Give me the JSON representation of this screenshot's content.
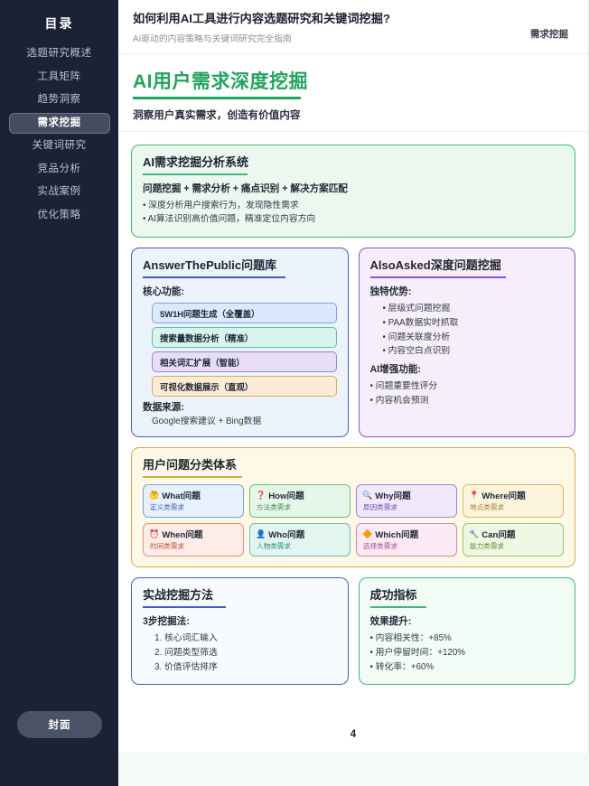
{
  "sidebar": {
    "title": "目录",
    "items": [
      {
        "label": "选题研究概述",
        "active": false
      },
      {
        "label": "工具矩阵",
        "active": false
      },
      {
        "label": "趋势洞察",
        "active": false
      },
      {
        "label": "需求挖掘",
        "active": true
      },
      {
        "label": "关键词研究",
        "active": false
      },
      {
        "label": "竞品分析",
        "active": false
      },
      {
        "label": "实战案例",
        "active": false
      },
      {
        "label": "优化策略",
        "active": false
      }
    ],
    "cover_button": "封面"
  },
  "topbar": {
    "title": "如何利用AI工具进行内容选题研究和关键词挖掘?",
    "subtitle": "AI驱动的内容策略与关键词研究完全指南",
    "section_badge": "需求挖掘"
  },
  "hero": {
    "title": "AI用户需求深度挖掘",
    "subtitle": "洞察用户真实需求，创造有价值内容"
  },
  "system_card": {
    "title": "AI需求挖掘分析系统",
    "lead": "问题挖掘 + 需求分析 + 痛点识别 + 解决方案匹配",
    "bullets": [
      "深度分析用户搜索行为，发现隐性需求",
      "AI算法识别高价值问题，精准定位内容方向"
    ]
  },
  "atp_card": {
    "title": "AnswerThePublic问题库",
    "lead": "核心功能:",
    "pills": [
      {
        "label": "5W1H问题生成（全覆盖）",
        "color": "blue"
      },
      {
        "label": "搜索量数据分析（精准）",
        "color": "teal"
      },
      {
        "label": "相关词汇扩展（智能）",
        "color": "purple"
      },
      {
        "label": "可视化数据展示（直观）",
        "color": "orange"
      }
    ],
    "source_label": "数据来源:",
    "source_value": "Google搜索建议 + Bing数据"
  },
  "aa_card": {
    "title": "AlsoAsked深度问题挖掘",
    "lead1": "独特优势:",
    "list1": [
      "层级式问题挖掘",
      "PAA数据实时抓取",
      "问题关联度分析",
      "内容空白点识别"
    ],
    "lead2": "AI增强功能:",
    "list2": [
      "问题重要性评分",
      "内容机会预测"
    ]
  },
  "cat_card": {
    "title": "用户问题分类体系",
    "items": [
      {
        "icon": "🤔",
        "icon_name": "thinking-face-icon",
        "label": "What问题",
        "sub": "定义类需求",
        "color": "blue"
      },
      {
        "icon": "❓",
        "icon_name": "question-mark-icon",
        "label": "How问题",
        "sub": "方法类需求",
        "color": "green"
      },
      {
        "icon": "🔍",
        "icon_name": "magnifier-icon",
        "label": "Why问题",
        "sub": "原因类需求",
        "color": "purple"
      },
      {
        "icon": "📍",
        "icon_name": "map-pin-icon",
        "label": "Where问题",
        "sub": "地点类需求",
        "color": "yellow"
      },
      {
        "icon": "⏰",
        "icon_name": "clock-icon",
        "label": "When问题",
        "sub": "时间类需求",
        "color": "red"
      },
      {
        "icon": "👤",
        "icon_name": "person-icon",
        "label": "Who问题",
        "sub": "人物类需求",
        "color": "teal"
      },
      {
        "icon": "🔶",
        "icon_name": "diamond-icon",
        "label": "Which问题",
        "sub": "选择类需求",
        "color": "pink"
      },
      {
        "icon": "🔧",
        "icon_name": "wrench-icon",
        "label": "Can问题",
        "sub": "能力类需求",
        "color": "lime"
      }
    ]
  },
  "method_card": {
    "title": "实战挖掘方法",
    "lead": "3步挖掘法:",
    "steps": [
      "核心词汇输入",
      "问题类型筛选",
      "价值评估排序"
    ]
  },
  "kpi_card": {
    "title": "成功指标",
    "lead": "效果提升:",
    "metrics": [
      "内容相关性：+85%",
      "用户停留时间：+120%",
      "转化率：+60%"
    ]
  },
  "page": {
    "number": "4"
  },
  "colors": {
    "green": "#3fb878",
    "blue": "#3b60c4",
    "purple": "#8e4fd0",
    "yellow": "#e0a83a",
    "sidebar_bg": "#1b2235"
  }
}
